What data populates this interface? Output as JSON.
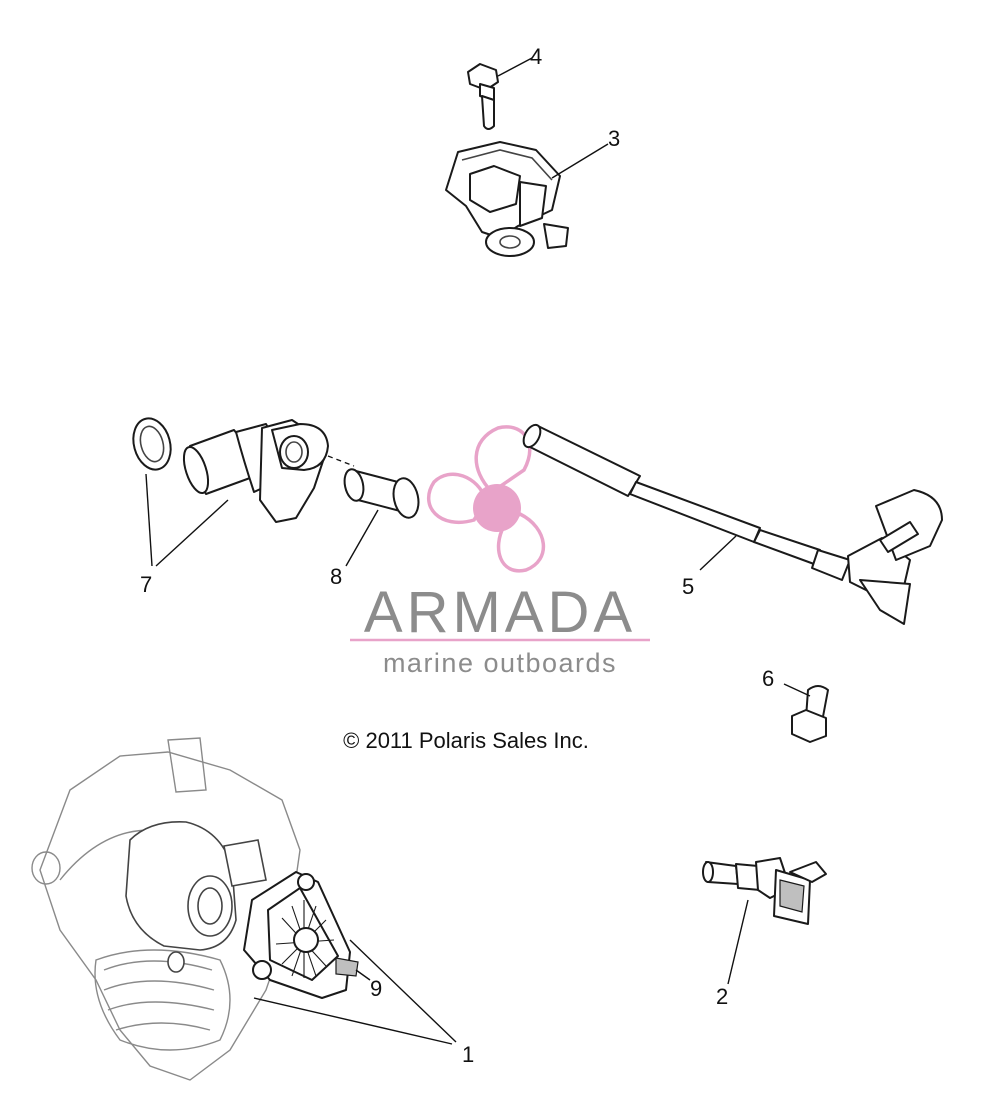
{
  "callouts": [
    {
      "id": "4",
      "label": "4"
    },
    {
      "id": "3",
      "label": "3"
    },
    {
      "id": "7",
      "label": "7"
    },
    {
      "id": "8",
      "label": "8"
    },
    {
      "id": "5",
      "label": "5"
    },
    {
      "id": "6",
      "label": "6"
    },
    {
      "id": "2",
      "label": "2"
    },
    {
      "id": "9",
      "label": "9"
    },
    {
      "id": "1",
      "label": "1"
    }
  ],
  "watermark": {
    "brand": "ARMADA",
    "tagline": "marine outboards",
    "color": "#e8a3c9",
    "text_color": "#8c8c8c"
  },
  "copyright": "© 2011 Polaris Sales Inc."
}
